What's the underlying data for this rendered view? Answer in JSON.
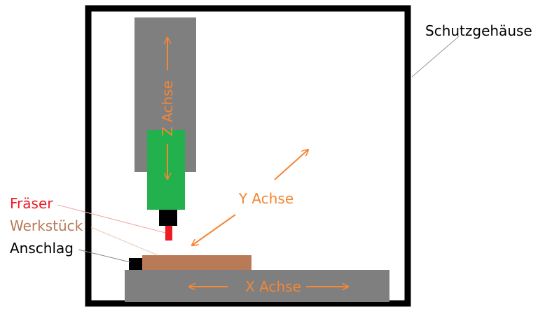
{
  "labels": {
    "housing": "Schutzgehäuse",
    "cutter": "Fräser",
    "workpiece": "Werkstück",
    "stop": "Anschlag"
  },
  "axes": {
    "x": "X Achse",
    "y": "Y Achse",
    "z": "Z Achse"
  },
  "colors": {
    "cutter": "#ed1c24",
    "workpiece": "#b97a57",
    "axis": "#f58634",
    "spindle": "#22b14c",
    "frame": "#7f7f7f"
  }
}
